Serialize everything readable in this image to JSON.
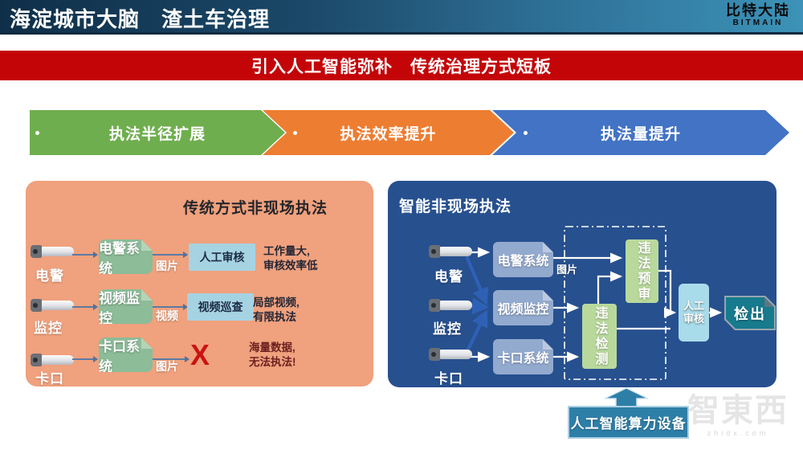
{
  "header": {
    "title": "海淀城市大脑　渣土车治理",
    "logo_cn": "比特大陆",
    "logo_en": "BITMAIN"
  },
  "banner": {
    "text": "引入人工智能弥补　传统治理方式短板",
    "color": "#c40508"
  },
  "chevrons": [
    {
      "label": "执法半径扩展",
      "color": "#6fae4e"
    },
    {
      "label": "执法效率提升",
      "color": "#ed7d31"
    },
    {
      "label": "执法量提升",
      "color": "#4273c4"
    }
  ],
  "left_panel": {
    "title": "传统方式非现场执法",
    "bg_color": "#f0a17d",
    "rows": [
      {
        "camera_label": "电警",
        "system": "电警系统",
        "data_label": "图片",
        "target": "人工审核",
        "note_line1": "工作量大,",
        "note_line2": "审核效率低"
      },
      {
        "camera_label": "监控",
        "system": "视频监控",
        "data_label": "视频",
        "target": "视频巡查",
        "note_line1": "局部视频,",
        "note_line2": "有限执法"
      },
      {
        "camera_label": "卡口",
        "system": "卡口系统",
        "data_label": "图片",
        "target": "X",
        "note_line1": "海量数据,",
        "note_line2": "无法执法!"
      }
    ]
  },
  "right_panel": {
    "title": "智能非现场执法",
    "bg_color": "#27508f",
    "cameras": [
      "电警",
      "监控",
      "卡口"
    ],
    "systems": [
      "电警系统",
      "视频监控",
      "卡口系统"
    ],
    "data_label": "图片",
    "detect_box": "违法检测",
    "review_box": "违法预审",
    "manual_box": "人工审核",
    "output_box": "检出"
  },
  "bottom": {
    "device_label": "人工智能算力设备"
  },
  "watermark": {
    "cn": "智東西",
    "en": "zhidx.com"
  }
}
